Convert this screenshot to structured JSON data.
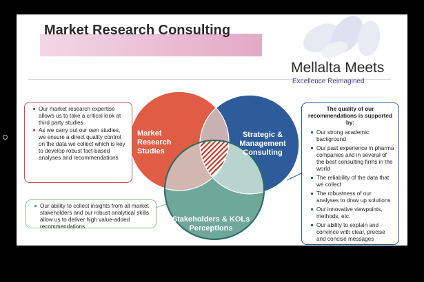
{
  "title": "Market Research Consulting",
  "logo": {
    "name": "Mellalta Meets",
    "tagline": "Excellence Reimagined"
  },
  "venn": {
    "market_research": "Market Research Studies",
    "strategic": "Strategic & Management Consulting",
    "stakeholders": "Stakeholders & KOLs Perceptions"
  },
  "left_callout": {
    "items": [
      "Our market research expertise allows us to take a critical look at third party studies",
      "As we carry out our own studies, we ensure a direct quality control on the data we collect which is key to develop robust fact-based analyses and recommendations"
    ]
  },
  "bottom_callout": {
    "items": [
      "Our ability to collect insights from all market stakeholders and our robust analytical skills allow us to deliver high value-added recommendations"
    ]
  },
  "right_callout": {
    "heading": "The quality of our recommendations is supported by:",
    "items": [
      "Our strong academic background",
      "Our past experience in pharma companies and in several of the best consulting firms in the world",
      "The reliability of the data that we collect",
      "The robustness of our analyses to draw up solutions",
      "Our innovative viewpoints, methods, etc.",
      "Our ability to explain and convince with clear, precise and concise messages"
    ]
  },
  "colors": {
    "red": "#e05c45",
    "blue": "#2e5c9a",
    "teal": "#6fa79b",
    "title_pink": "#e2a9c6"
  }
}
